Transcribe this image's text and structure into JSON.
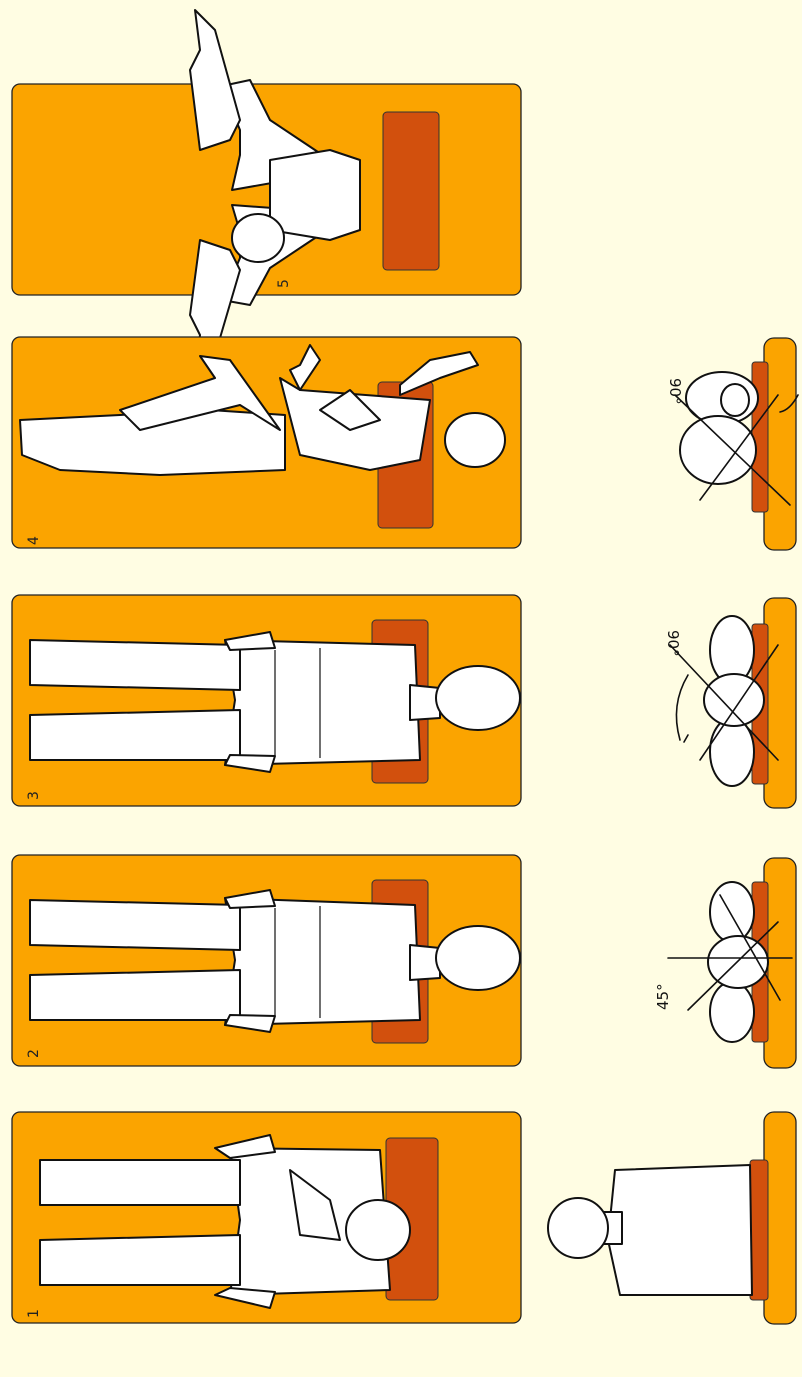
{
  "image": {
    "kind": "recovery position illustration sequence",
    "background_color": "#FFFDE3",
    "panel_color": "#FBA400",
    "pillow_color": "#D2500D",
    "rotation": "rotated 90 degrees counter-clockwise"
  },
  "steps": [
    {
      "number": "1",
      "icon": "person-lying-arms-crossed"
    },
    {
      "number": "2",
      "icon": "person-lying-arms-at-side"
    },
    {
      "number": "3",
      "icon": "person-lying-arms-at-side"
    },
    {
      "number": "4",
      "icon": "person-turning-leg-bent"
    },
    {
      "number": "5",
      "icon": "person-prone-arms-overhead"
    }
  ],
  "end_views": [
    {
      "step": "1",
      "icon": "torso-front-view"
    },
    {
      "step": "2",
      "angle_label": "45°",
      "icon": "head-tilt-end-view"
    },
    {
      "step": "3",
      "angle_label": "90°",
      "icon": "head-tilt-end-view"
    },
    {
      "step": "4",
      "angle_label": "90°",
      "icon": "body-roll-end-view"
    }
  ]
}
